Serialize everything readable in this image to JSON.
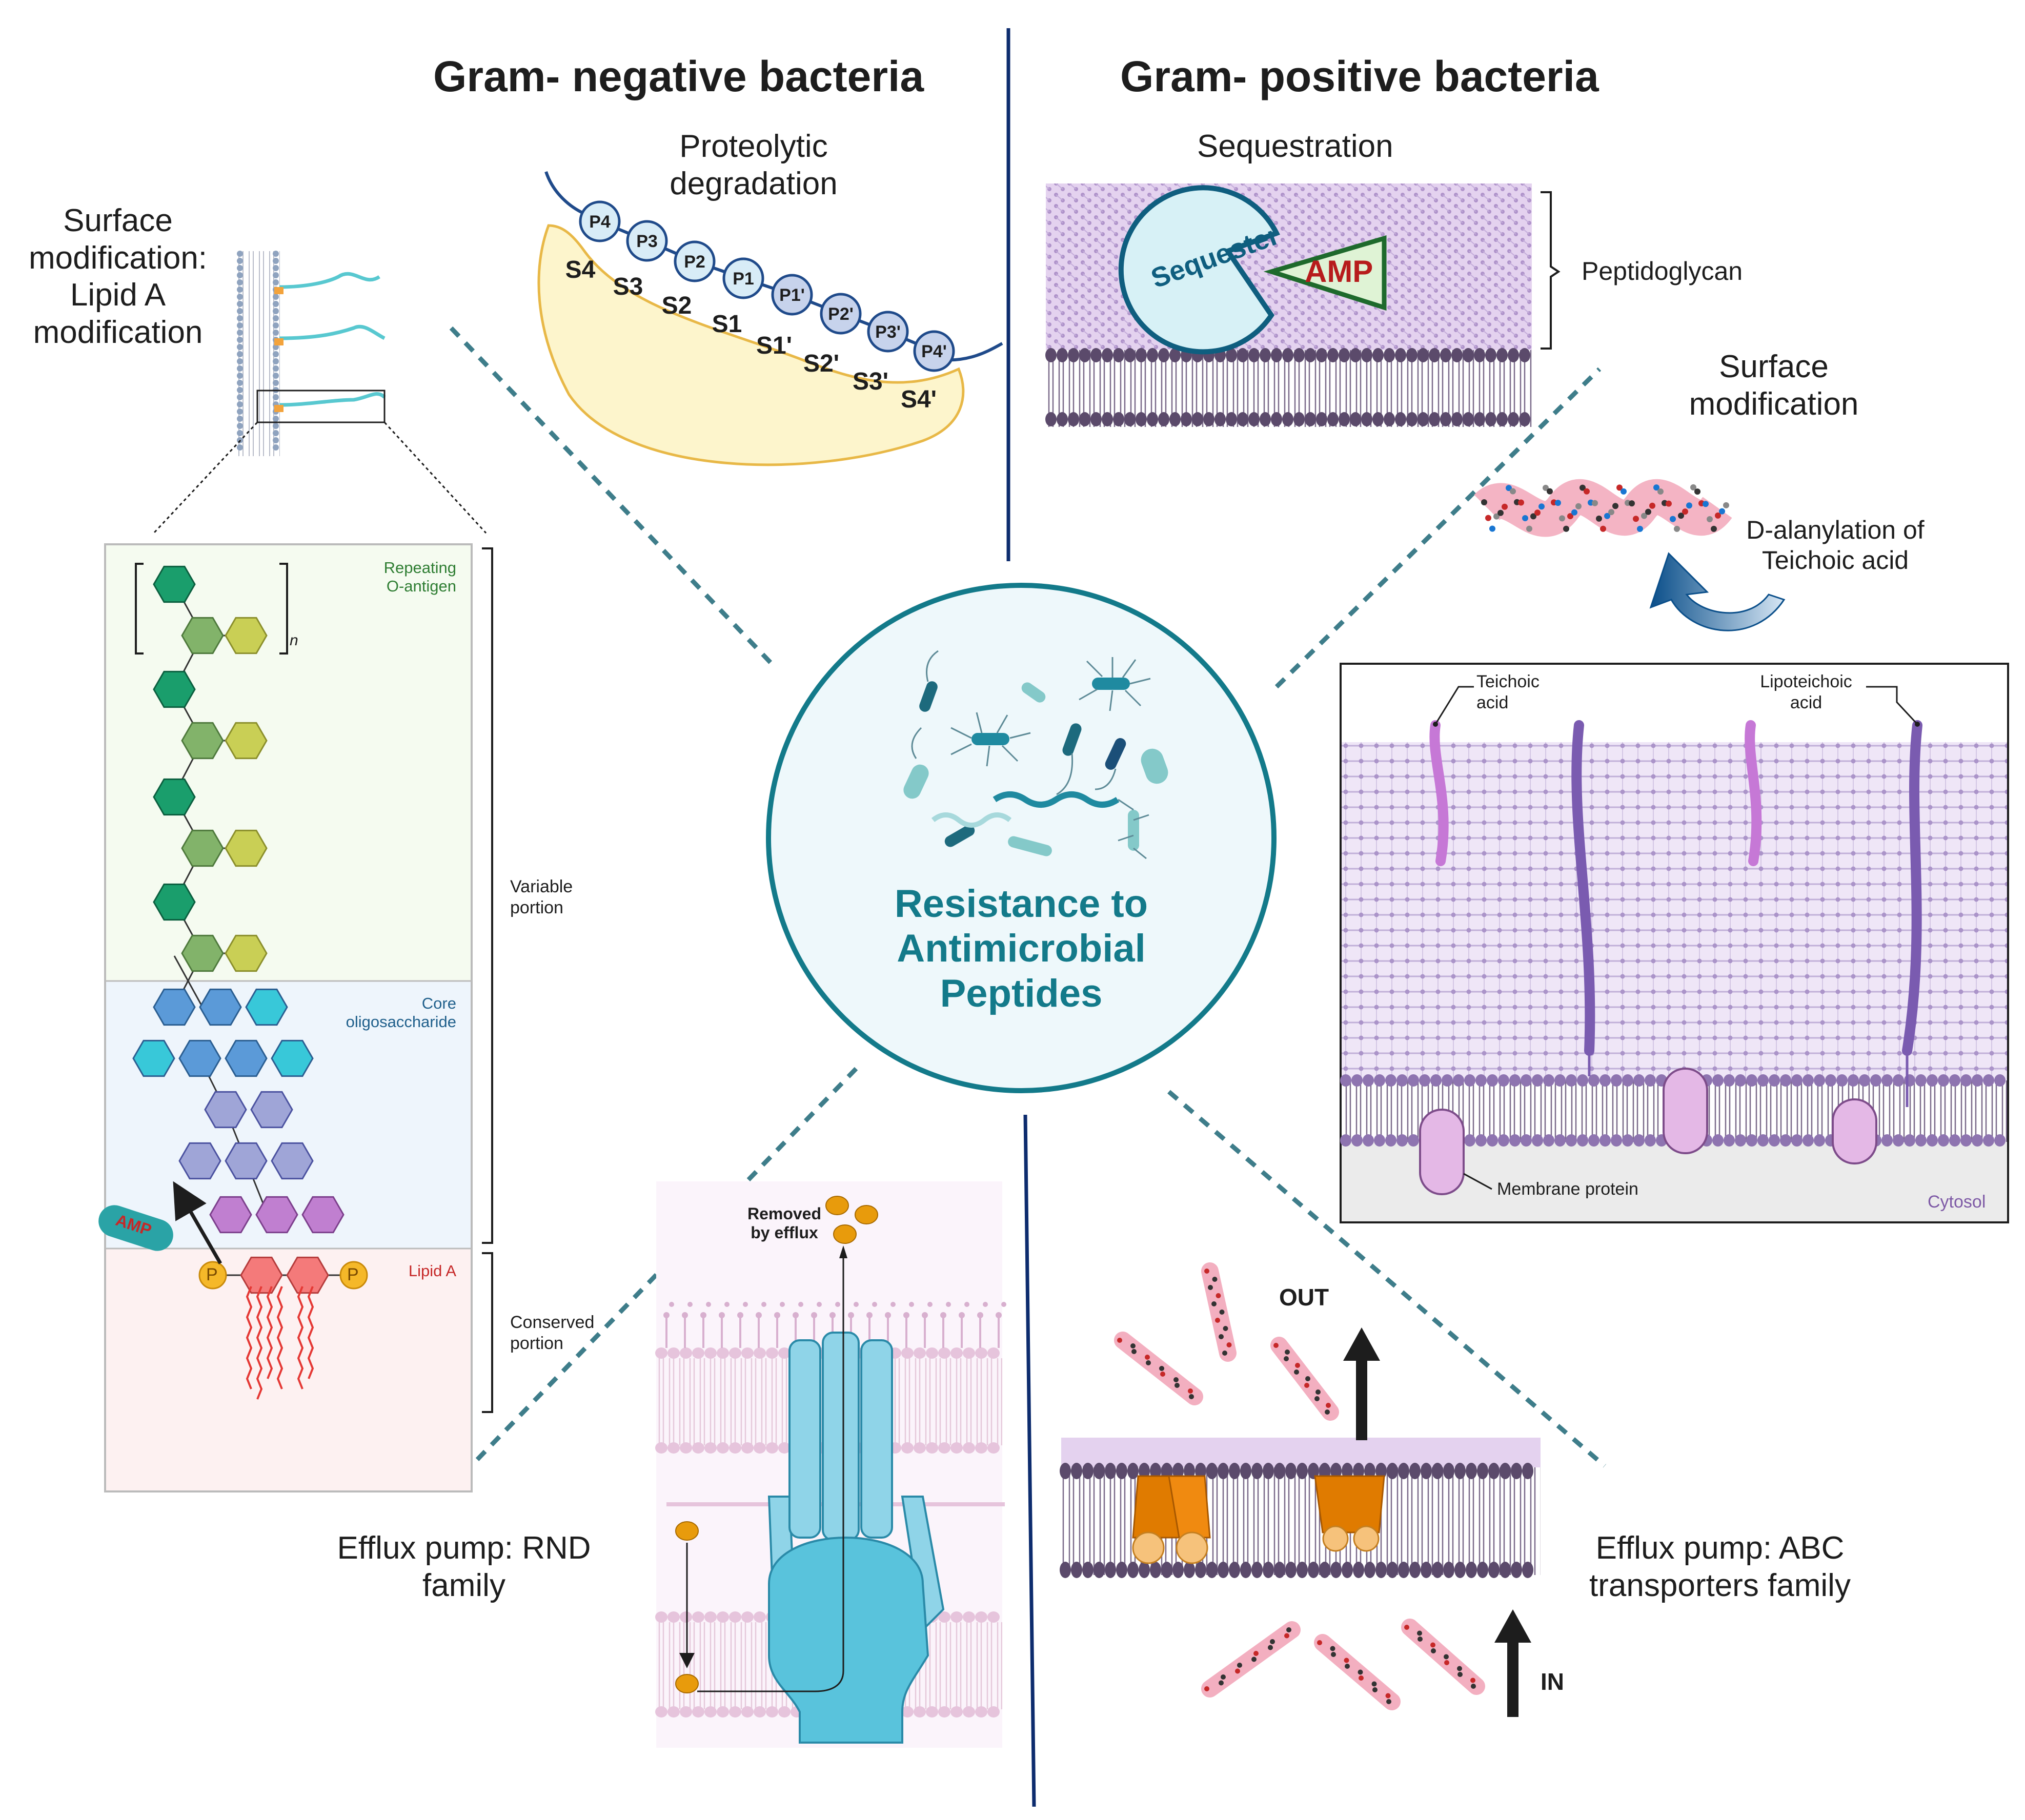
{
  "headers": {
    "gram_negative": "Gram- negative bacteria",
    "gram_positive": "Gram- positive bacteria"
  },
  "center": {
    "line1": "Resistance to",
    "line2": "Antimicrobial",
    "line3": "Peptides"
  },
  "lipid_a_panel": {
    "title_line1": "Surface",
    "title_line2": "modification:",
    "title_line3": "Lipid A",
    "title_line4": "modification",
    "repeating_line1": "Repeating",
    "repeating_line2": "O-antigen",
    "repeat_subscript": "n",
    "core_line1": "Core",
    "core_line2": "oligosaccharide",
    "lipid_a": "Lipid A",
    "variable_line1": "Variable",
    "variable_line2": "portion",
    "conserved_line1": "Conserved",
    "conserved_line2": "portion",
    "amp_badge": "AMP",
    "phosphate": "P"
  },
  "proteolytic": {
    "title_line1": "Proteolytic",
    "title_line2": "degradation",
    "p_labels": [
      "P4",
      "P3",
      "P2",
      "P1",
      "P1'",
      "P2'",
      "P3'",
      "P4'"
    ],
    "s_labels": [
      "S4",
      "S3",
      "S2",
      "S1",
      "S1'",
      "S2'",
      "S3'",
      "S4'"
    ]
  },
  "sequestration": {
    "title": "Sequestration",
    "sequester": "Sequester",
    "amp": "AMP",
    "peptidoglycan": "Peptidoglycan"
  },
  "surface_mod_positive": {
    "title_line1": "Surface",
    "title_line2": "modification",
    "dala_line1": "D-alanylation of",
    "dala_line2": "Teichoic acid",
    "teichoic_line1": "Teichoic",
    "teichoic_line2": "acid",
    "lipoteichoic_line1": "Lipoteichoic",
    "lipoteichoic_line2": "acid",
    "membrane_protein": "Membrane protein",
    "cytosol": "Cytosol"
  },
  "rnd": {
    "title_line1": "Efflux pump: RND",
    "title_line2": "family",
    "removed_line1": "Removed",
    "removed_line2": "by efflux"
  },
  "abc": {
    "title_line1": "Efflux pump: ABC",
    "title_line2": "transporters family",
    "out": "OUT",
    "in": "IN"
  },
  "colors": {
    "dark_navy": "#0d2c6e",
    "teal": "#137a8a",
    "membrane_purple": "#5b4a6b",
    "lipid_red": "#e53935",
    "amp_teal": "#2aa3a6",
    "pump_orange": "#e07b00",
    "rnd_blue": "#59c3dc"
  }
}
